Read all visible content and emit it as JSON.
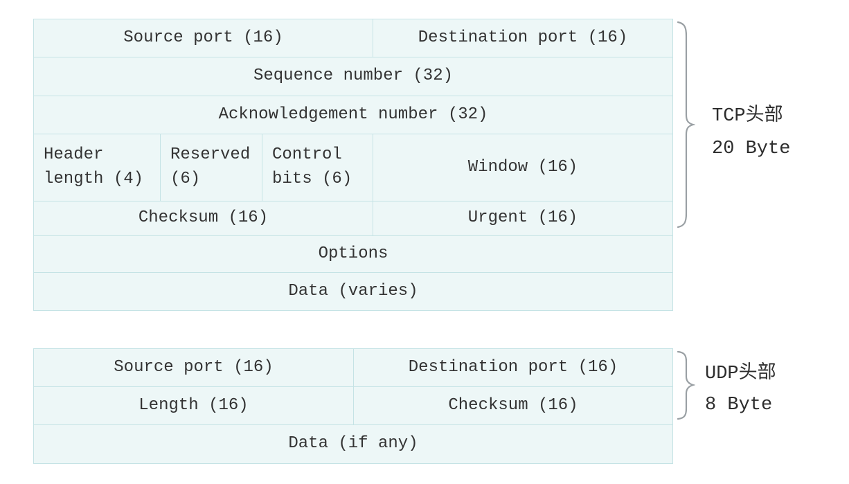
{
  "colors": {
    "cell_bg": "#edf7f7",
    "cell_border": "#c5e3e5",
    "text": "#333333",
    "brace": "#9aa0a4",
    "annotation_text": "#2d2d2d",
    "page_bg": "#ffffff"
  },
  "tcp_table": {
    "rows": [
      {
        "cells": [
          "Source port (16)",
          "Destination port (16)"
        ]
      },
      {
        "cells": [
          "Sequence number (32)"
        ]
      },
      {
        "cells": [
          "Acknowledgement number (32)"
        ]
      },
      {
        "cells": [
          "Header length (4)",
          "Reserved (6)",
          "Control bits (6)",
          "Window (16)"
        ]
      },
      {
        "cells": [
          "Checksum (16)",
          "Urgent (16)"
        ]
      },
      {
        "cells": [
          "Options"
        ]
      },
      {
        "cells": [
          "Data (varies)"
        ]
      }
    ],
    "annotation": {
      "line1": "TCP头部",
      "line2": "20 Byte"
    }
  },
  "udp_table": {
    "rows": [
      {
        "cells": [
          "Source port (16)",
          "Destination port (16)"
        ]
      },
      {
        "cells": [
          "Length (16)",
          "Checksum (16)"
        ]
      },
      {
        "cells": [
          "Data (if any)"
        ]
      }
    ],
    "annotation": {
      "line1": "UDP头部",
      "line2": "8 Byte"
    }
  }
}
